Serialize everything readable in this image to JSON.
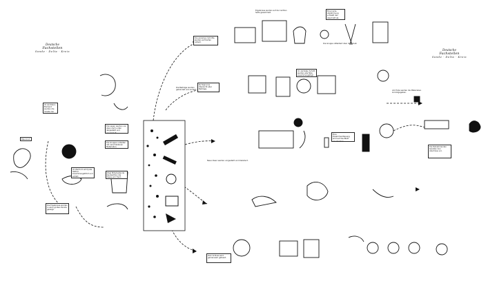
{
  "badges": {
    "left": {
      "line1": "Deutsche",
      "line2": "Fachstellen",
      "line3": "Sande · Delta · Kreis"
    },
    "right": {
      "line1": "Deutsche",
      "line2": "Fachstellen",
      "line3": "Sande · Delta · Kreis"
    }
  },
  "notes": {
    "a": "Blau brut Kreis",
    "b": "Im zentralen Element werden die Inhalte der Lagen beschrieben.",
    "c": "Die Lagen werden von oben nach unten dargestellt und gesammelt.",
    "d": "Die Gruppen arbeiten mit verschiedenen Materialien.",
    "e": "Im Zentrum wird jede Station zusammengeführt und erklärt.",
    "f": "Die Ergebnisse werden in einer großen Runde gezeigt.",
    "g": "Zwei Mitarbeitende beobachten die Szene am Tisch.",
    "h": "Die einzelnen Schritte werden auf Karten notiert.",
    "i": "Es folgt eine Übersicht aller Beiträge.",
    "j": "Die Beiträge werden gebündelt und sortiert.",
    "k": "Im nächsten Schritt werden alle Teile zusammengefügt.",
    "l": "Eine kurze Abstimmung schließt den Abschnitt ab.",
    "m": "Ergebnisse werden auf der rechten Seite gesammelt.",
    "n": "Die Gruppe reflektiert über die Arbeit.",
    "o": "Am Ende werden die Materialien zurückgegeben.",
    "p": "Neue Ideen werden vorgestellt und diskutiert.",
    "q": "Eine Zusammenfassung wird auf das Blatt geschrieben.",
    "r": "Die Teilnehmenden bereiten den Abschluss vor.",
    "s": "Zum Schluss wird gemeinsam gefeiert."
  }
}
